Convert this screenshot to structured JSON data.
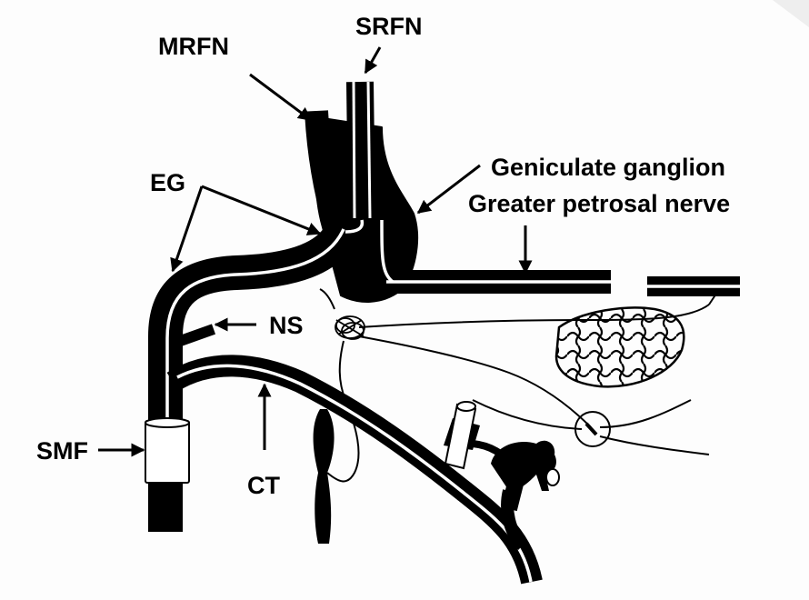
{
  "diagram": {
    "labels": {
      "srfn": "SRFN",
      "mrfn": "MRFN",
      "eg": "EG",
      "geniculate_ganglion": "Geniculate ganglion",
      "greater_petrosal_nerve": "Greater petrosal nerve",
      "ns": "NS",
      "smf": "SMF",
      "ct": "CT"
    },
    "colors": {
      "ink": "#000000",
      "sheath": "#ffffff",
      "background": "#fdfdfd",
      "corner_shade": "#eeeeee"
    }
  }
}
